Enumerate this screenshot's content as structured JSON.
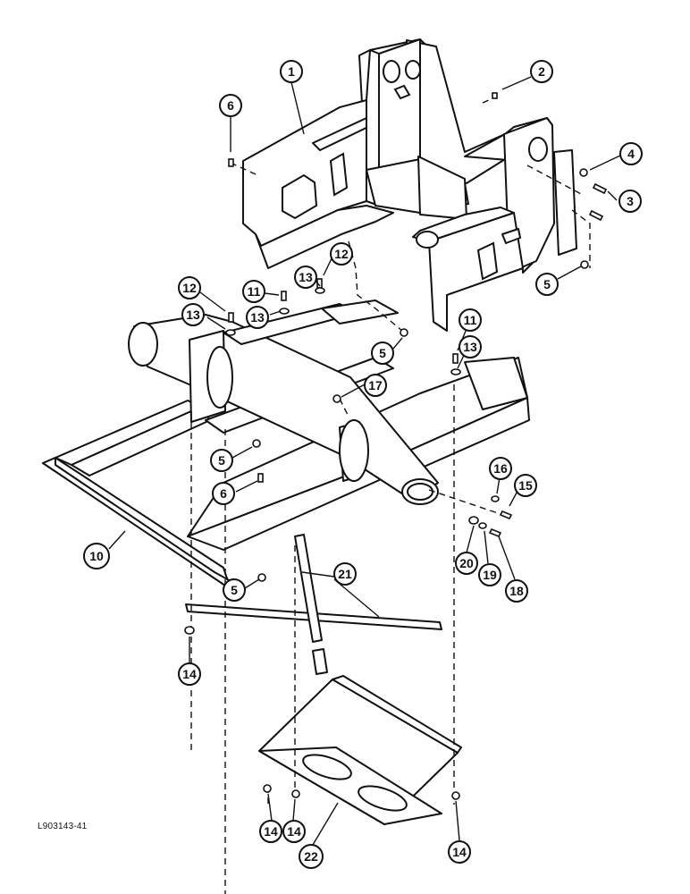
{
  "figure_id": "L903143-41",
  "callouts": [
    "1",
    "2",
    "3",
    "4",
    "5",
    "5",
    "5",
    "5",
    "6",
    "6",
    "10",
    "11",
    "11",
    "12",
    "12",
    "13",
    "13",
    "13",
    "13",
    "14",
    "14",
    "14",
    "14",
    "15",
    "16",
    "17",
    "18",
    "19",
    "20",
    "21",
    "22"
  ]
}
